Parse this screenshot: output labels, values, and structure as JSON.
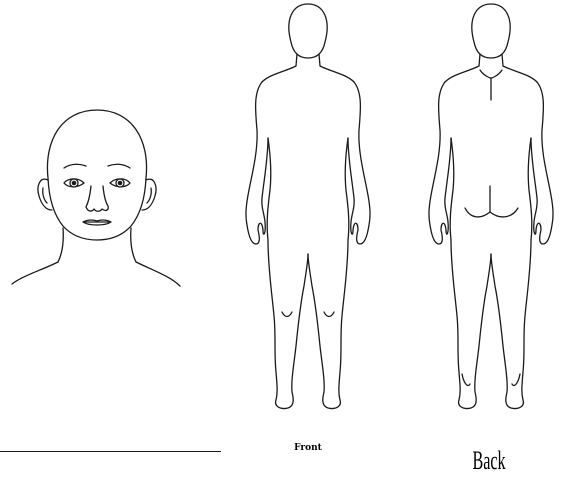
{
  "labels": {
    "front": "Front",
    "back": "Back"
  },
  "figures": {
    "head": "head-front-view",
    "front_body": "body-front-view",
    "back_body": "body-back-view"
  },
  "colors": {
    "outline": "#1a1a1a",
    "background": "#ffffff"
  }
}
